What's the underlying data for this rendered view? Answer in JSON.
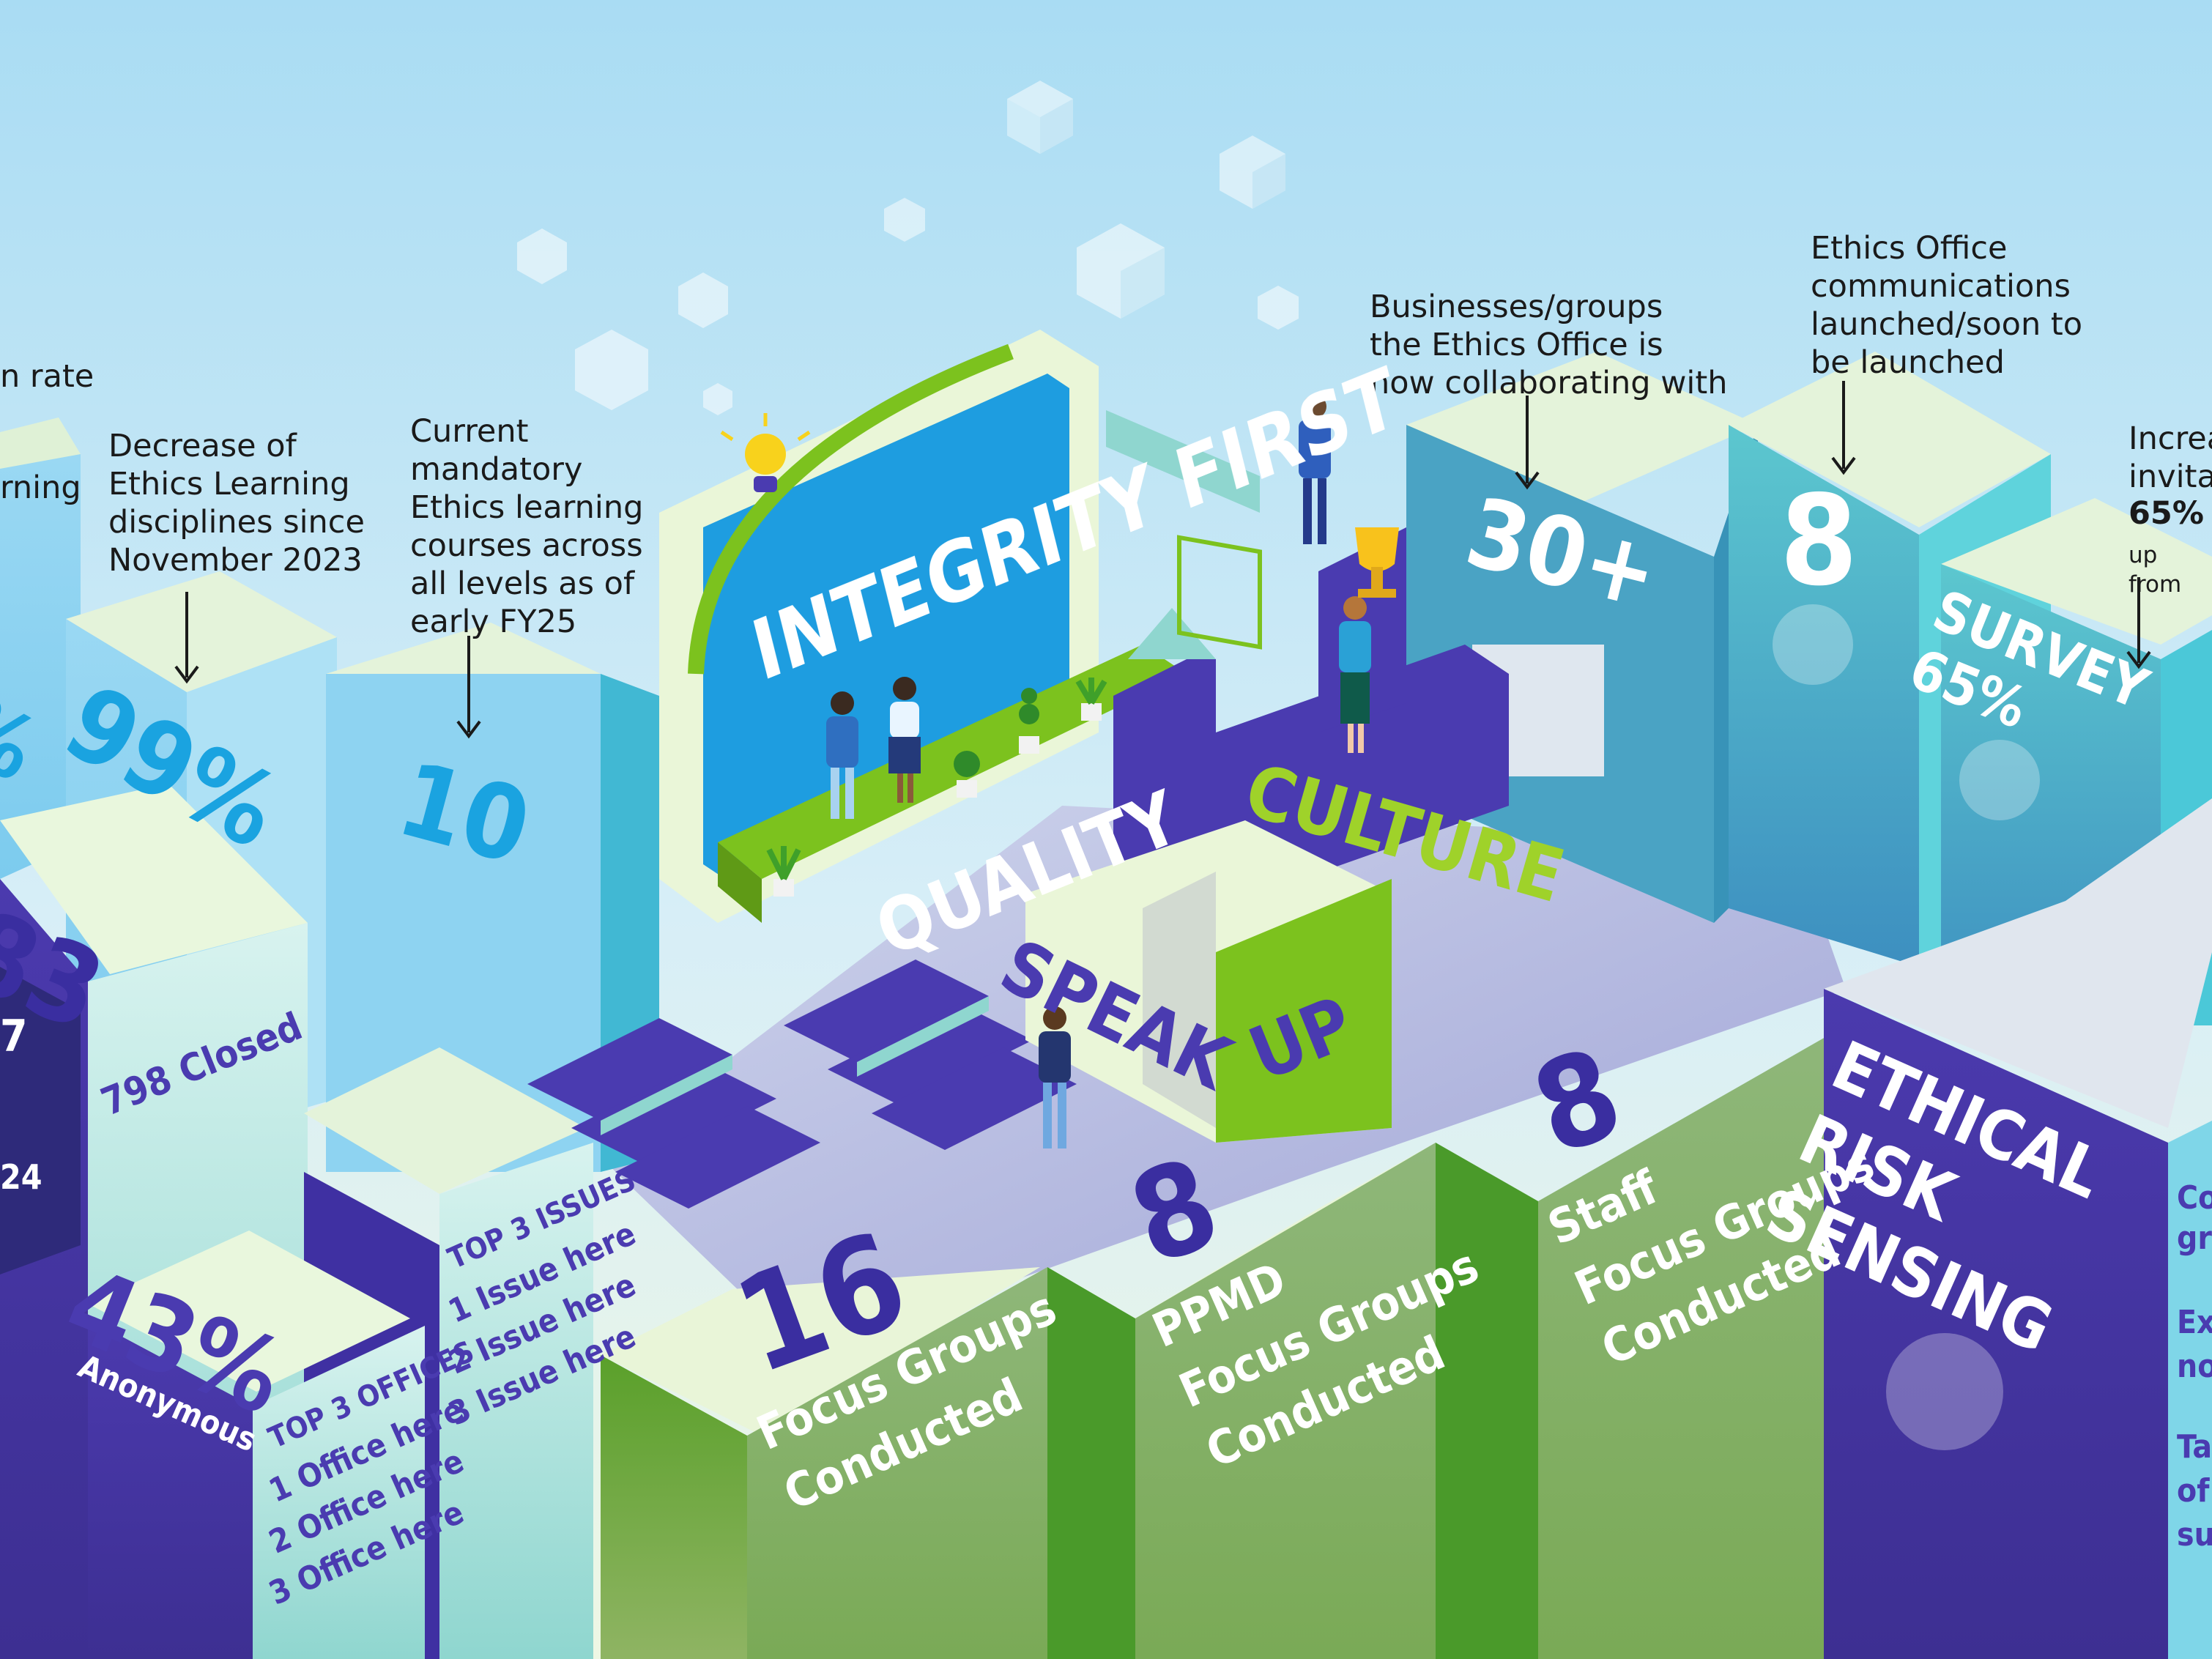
{
  "annotations": {
    "rate_partial": "n rate",
    "learning_partial": "rning",
    "decrease": "Decrease of\nEthics Learning\ndisciplines since\nNovember 2023",
    "current_mandatory": "Current\nmandatory\nEthics learning\ncourses across\nall levels as of\nearly FY25",
    "businesses": "Businesses/groups\nthe Ethics Office is\nnow collaborating with",
    "communications": "Ethics Office\ncommunications\nlaunched/soon to\nbe launched",
    "increase_partial": "Increa\ninvita",
    "increase_value": "65%",
    "increase_from": "up from"
  },
  "stats": {
    "pct_partial": "%",
    "ninety_nine": "99%",
    "ten": "10",
    "eighty_three": "83",
    "seven_partial": "7",
    "twenty_four_partial": "24",
    "closed": "798 Closed",
    "forty_three": "43%",
    "anonymous": "Anonymous",
    "thirty_plus": "30+",
    "eight_comms": "8",
    "survey": "SURVEY\n65%",
    "sixteen": "16",
    "focus_groups": "Focus Groups\nConducted",
    "eight_ppmd": "8",
    "ppmd": "PPMD\nFocus Groups\nConducted",
    "eight_staff": "8",
    "staff": "Staff\nFocus Groups\nConducted",
    "ethical_risk": "ETHICAL\nRISK\nSENSING"
  },
  "top_issues": {
    "title": "TOP 3 ISSUES",
    "items": [
      "1 Issue here",
      "2 Issue here",
      "3 Issue here"
    ]
  },
  "top_offices": {
    "title": "TOP 3 OFFICES",
    "items": [
      "1 Office here",
      "2 Office here",
      "3 Office here"
    ]
  },
  "center": {
    "integrity_first": "INTEGRITY FIRST",
    "quality": "QUALITY",
    "culture": "CULTURE",
    "speak": "SPEAK",
    "up": "UP"
  },
  "right_partial": {
    "line1": "Co",
    "line2": "gri",
    "line3": "Ex",
    "line4": "no",
    "line5": "Ta",
    "line6": "of",
    "line7": "su"
  },
  "icons": [
    "megaphone-icon",
    "survey-icon",
    "radar-target-icon",
    "lightbulb-icon",
    "trophy-icon"
  ],
  "colors": {
    "sky_top": "#a9dcf3",
    "sky_bottom": "#eaf6df",
    "purple": "#4a3bb0",
    "blue": "#1aa3e0",
    "green": "#7cc21e",
    "teal": "#47b7c9",
    "light_blue": "#8ed6f2"
  }
}
